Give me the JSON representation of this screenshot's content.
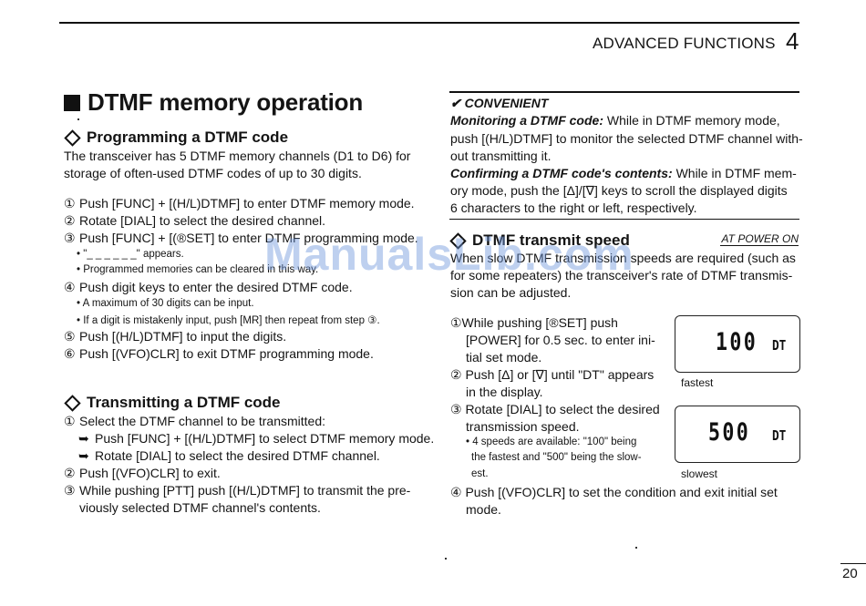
{
  "header": {
    "section": "ADVANCED FUNCTIONS",
    "chapter": "4"
  },
  "title": "DTMF memory operation",
  "programming": {
    "heading": "Programming a DTMF code",
    "intro": [
      "The transceiver has 5 DTMF memory channels (D1 to D6) for",
      "storage of often-used DTMF codes of up to 30 digits."
    ],
    "steps": [
      {
        "num": "①",
        "text": "Push [FUNC] + [(H/L)DTMF] to enter DTMF memory mode."
      },
      {
        "num": "②",
        "text": "Rotate [DIAL] to select the desired channel."
      },
      {
        "num": "③",
        "text": "Push [FUNC] + [(®SET] to enter DTMF programming mode."
      },
      {
        "num": "•",
        "text": "\"_ _ _ _ _ _\" appears.",
        "note": true
      },
      {
        "num": "•",
        "text": "Programmed memories can be cleared in this way.",
        "note": true
      },
      {
        "num": "④",
        "text": "Push digit keys to enter the desired DTMF code."
      },
      {
        "num": "•",
        "text": "A maximum of 30 digits can be input.",
        "note": true
      },
      {
        "num": "•",
        "text": "If a digit is mistakenly input, push [MR] then repeat from step ③.",
        "note": true
      },
      {
        "num": "⑤",
        "text": "Push [(H/L)DTMF] to input the digits."
      },
      {
        "num": "⑥",
        "text": "Push [(VFO)CLR] to exit DTMF programming mode."
      }
    ]
  },
  "transmitting": {
    "heading": "Transmitting a DTMF code",
    "steps": [
      {
        "num": "①",
        "text": "Select the DTMF channel to be transmitted:"
      },
      {
        "num": "➥",
        "text": "Push [FUNC] + [(H/L)DTMF] to select DTMF memory mode."
      },
      {
        "num": "➥",
        "text": "Rotate [DIAL] to select the desired DTMF channel."
      },
      {
        "num": "②",
        "text": "Push [(VFO)CLR] to exit."
      },
      {
        "num": "③",
        "text": "While pushing [PTT] push [(H/L)DTMF] to transmit the pre-"
      },
      {
        "num": "",
        "text": "viously selected DTMF channel's contents."
      }
    ]
  },
  "convenient": {
    "title": "✔ CONVENIENT",
    "p1_bold": "Monitoring a DTMF code:",
    "p1_l1": "While in DTMF memory mode,",
    "p1_l2": "push [(H/L)DTMF] to monitor the selected DTMF channel with-",
    "p1_l3": "out transmitting it.",
    "p2_bold": "Confirming a DTMF code's contents:",
    "p2_l1": "While in DTMF mem-",
    "p2_l2": "ory mode, push the [Δ]/[∇] keys to scroll the displayed digits",
    "p2_l3": "6 characters to the right or left, respectively."
  },
  "speed": {
    "heading": "DTMF transmit speed",
    "tag": "AT POWER ON",
    "intro": [
      "When slow DTMF transmission speeds are required (such as",
      "for some repeaters) the transceiver's rate of DTMF transmis-",
      "sion can be adjusted."
    ],
    "steps": [
      "①While   pushing   [®SET]   push",
      "[POWER] for 0.5 sec. to enter ini-",
      "tial set mode.",
      "② Push [Δ] or [∇] until \"DT\" appears",
      "in the display.",
      "③ Rotate [DIAL] to select the desired",
      "transmission speed.",
      "• 4 speeds are available: \"100\" being",
      "the fastest and \"500\" being the slow-",
      "est.",
      "④ Push [(VFO)CLR] to set the condition and exit initial set",
      "mode."
    ],
    "display1": {
      "value": "100",
      "suffix": "DT",
      "caption": "fastest"
    },
    "display2": {
      "value": "500",
      "suffix": "DT",
      "caption": "slowest"
    }
  },
  "watermark": "ManualsLib.com",
  "page_number": "20"
}
